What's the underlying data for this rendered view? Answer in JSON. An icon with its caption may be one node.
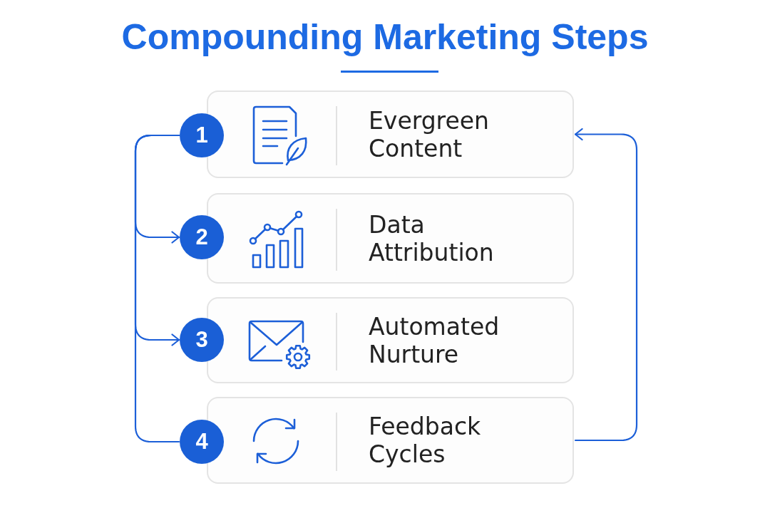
{
  "diagram": {
    "title": "Compounding Marketing Steps",
    "nodes": [
      {
        "text": [
          "1"
        ]
      },
      {
        "text": [
          "Evergreen Content"
        ]
      },
      {
        "text": [
          "2"
        ]
      },
      {
        "text": [
          "Data Attribution"
        ]
      },
      {
        "text": [
          "3"
        ]
      },
      {
        "text": [
          "Automated Nurture"
        ]
      },
      {
        "text": [
          "4"
        ]
      },
      {
        "text": [
          "Feedback Cycles"
        ]
      }
    ],
    "edges": [
      {
        "from": 0,
        "to": 2,
        "arrow": "to"
      },
      {
        "from": 0,
        "to": 4,
        "arrow": "to"
      },
      {
        "from": 0,
        "to": 6,
        "arrow": "none"
      },
      {
        "from": 7,
        "to": 1,
        "arrow": "to"
      }
    ]
  }
}
